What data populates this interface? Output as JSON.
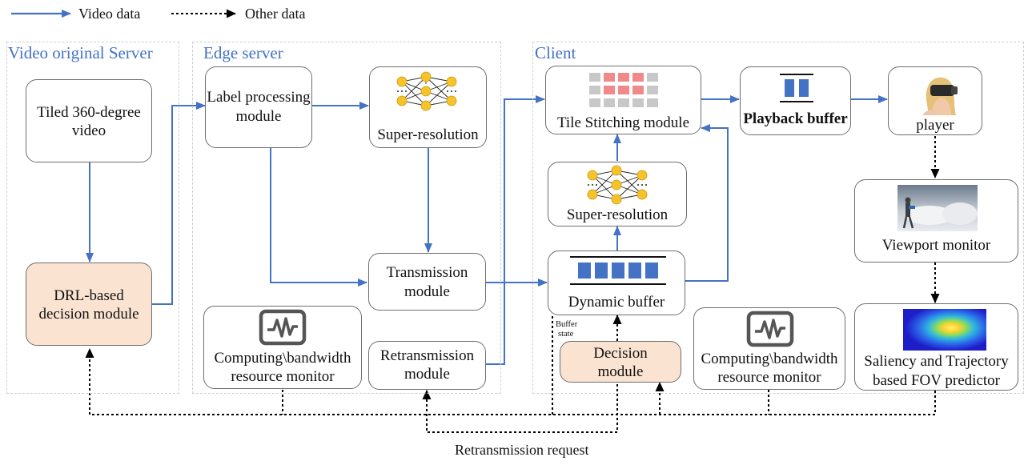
{
  "legend": {
    "video_data": "Video data",
    "other_data": "Other data"
  },
  "regions": {
    "video_server": "Video original Server",
    "edge_server": "Edge server",
    "client": "Client"
  },
  "server": {
    "tiled_video_line1": "Tiled 360-degree",
    "tiled_video_line2": "video",
    "drl_line1": "DRL-based",
    "drl_line2": "decision module"
  },
  "edge": {
    "label_processing_line1": "Label processing",
    "label_processing_line2": "module",
    "super_resolution": "Super-resolution",
    "transmission_line1": "Transmission",
    "transmission_line2": "module",
    "monitor_line1": "Computing\\bandwidth",
    "monitor_line2": "resource monitor",
    "retransmission_line1": "Retransmission",
    "retransmission_line2": "module"
  },
  "client": {
    "tile_stitching": "Tile Stitching module",
    "playback_buffer": "Playback buffer",
    "player": "player",
    "super_resolution": "Super-resolution",
    "viewport_monitor": "Viewport monitor",
    "dynamic_buffer": "Dynamic buffer",
    "buffer_state_line1": "Buffer",
    "buffer_state_line2": "state",
    "decision_line1": "Decision",
    "decision_line2": "module",
    "monitor_line1": "Computing\\bandwidth",
    "monitor_line2": "resource monitor",
    "fov_line1": "Saliency and Trajectory",
    "fov_line2": "based FOV predictor"
  },
  "retransmission_request": "Retransmission request",
  "colors": {
    "video_arrow": "#4472c4",
    "other_arrow": "#000000",
    "peach": "#fbe3d2",
    "tile_grey": "#c8c8c8",
    "tile_red": "#f08a8a",
    "buffer_blue": "#4472c4",
    "neuron": "#f6c42a"
  },
  "icons": [
    "neural-network-icon",
    "tile-grid-icon",
    "buffer-icon",
    "vr-headset-photo",
    "viewport-photo",
    "waveform-monitor-icon",
    "saliency-heatmap"
  ]
}
